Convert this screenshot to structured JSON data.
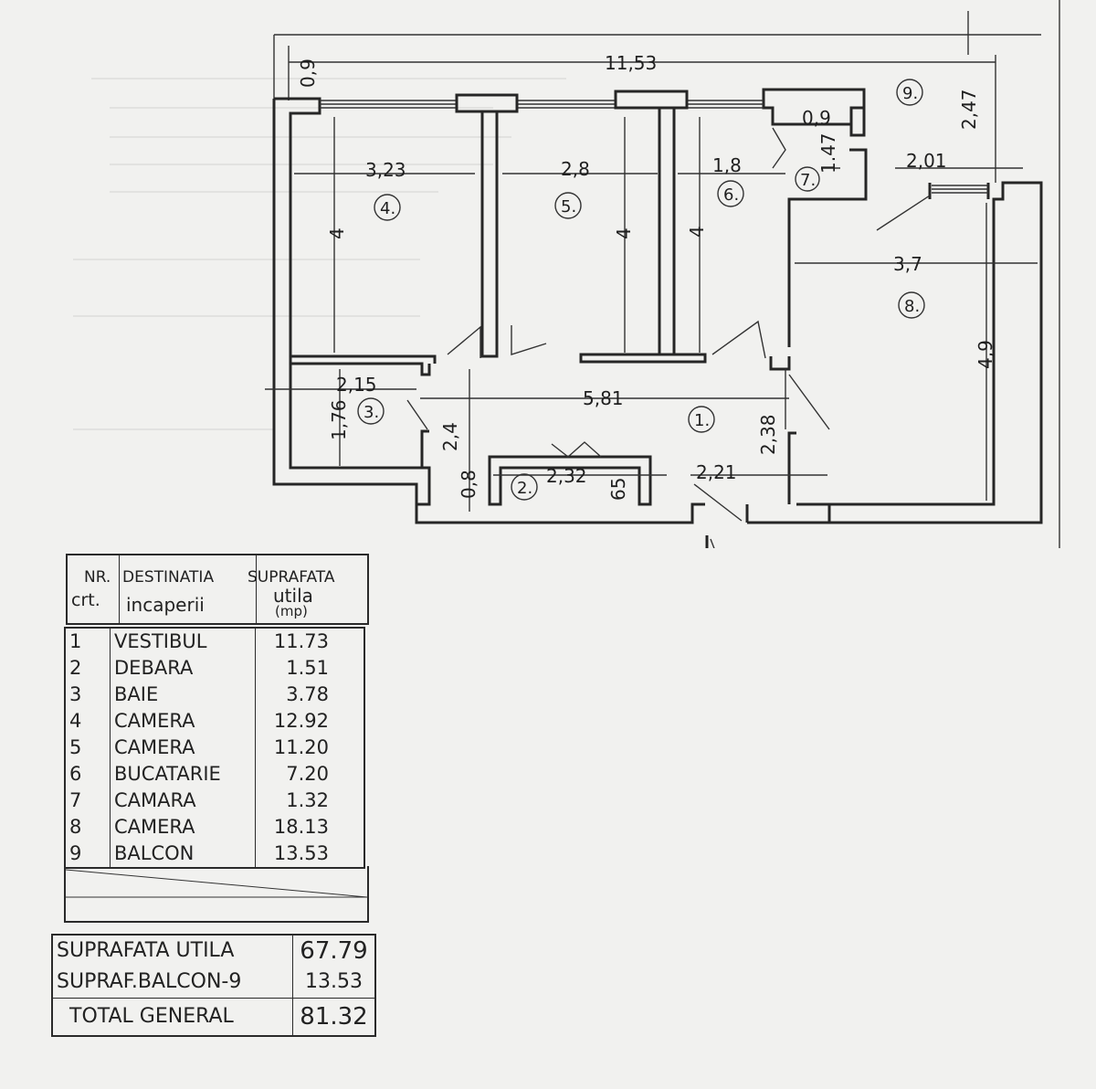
{
  "plan": {
    "dimensions": {
      "overall_width": "11,53",
      "wall_left": "0,9",
      "room4_width": "3,23",
      "room4_height": "4",
      "room5_width": "2,8",
      "room5_height": "4",
      "room6_width": "1,8",
      "room6_height": "4",
      "room7_width": "0,9",
      "room7_height": "1.47",
      "balcony_height": "2,47",
      "balcony_width": "2,01",
      "room8_width": "3,7",
      "room8_height": "4,9",
      "bath_width": "2,15",
      "bath_height": "1,76",
      "hall_length": "5,81",
      "hall_depth": "2,4",
      "hall_height": "2,38",
      "closet_depth": "0,8",
      "closet_width": "2,32",
      "closet_side": "65",
      "entry_width": "2,21"
    },
    "room_numbers": [
      "1.",
      "2.",
      "3.",
      "4.",
      "5.",
      "6.",
      "7.",
      "8.",
      "9."
    ],
    "entrance_label": "intrare"
  },
  "legend": {
    "nr": "NR.",
    "crt": "crt.",
    "destinatia": "DESTINATIA",
    "incaperii": "incaperii",
    "suprafata": "SUPRAFATA",
    "utila": "utila",
    "mp": "(mp)",
    "rooms": [
      {
        "nr": "1",
        "name": "VESTIBUL",
        "area": "11.73"
      },
      {
        "nr": "2",
        "name": "DEBARA",
        "area": "1.51"
      },
      {
        "nr": "3",
        "name": "BAIE",
        "area": "3.78"
      },
      {
        "nr": "4",
        "name": "CAMERA",
        "area": "12.92"
      },
      {
        "nr": "5",
        "name": "CAMERA",
        "area": "11.20"
      },
      {
        "nr": "6",
        "name": "BUCATARIE",
        "area": "7.20"
      },
      {
        "nr": "7",
        "name": "CAMARA",
        "area": "1.32"
      },
      {
        "nr": "8",
        "name": "CAMERA",
        "area": "18.13"
      },
      {
        "nr": "9",
        "name": "BALCON",
        "area": "13.53"
      }
    ]
  },
  "totals": {
    "useful_label": "SUPRAFATA UTILA",
    "useful_value": "67.79",
    "balcony_label": "SUPRAF.BALCON-9",
    "balcony_value": "13.53",
    "total_label": "TOTAL GENERAL",
    "total_value": "81.32"
  }
}
